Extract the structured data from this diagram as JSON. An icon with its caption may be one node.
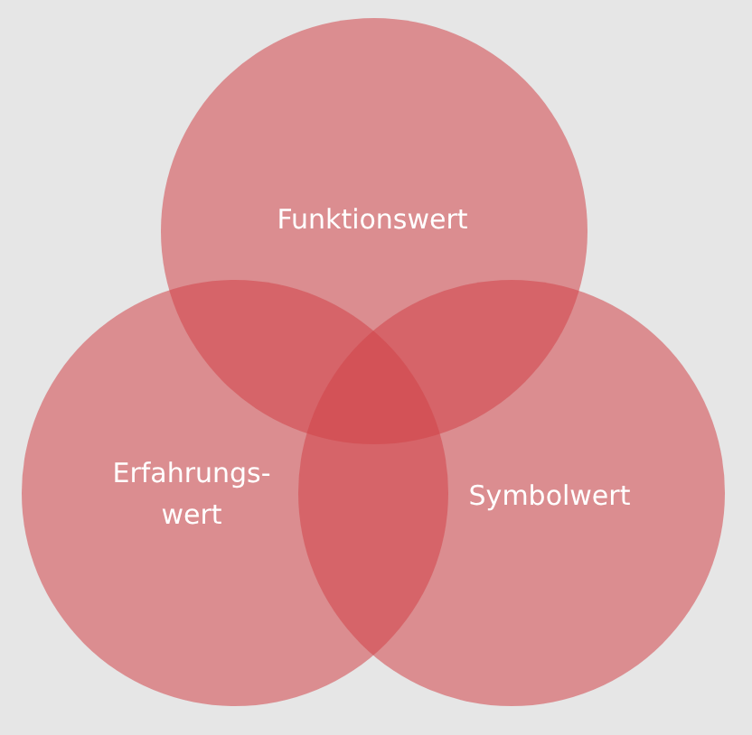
{
  "diagram": {
    "nodes": [
      {
        "text": [
          "Funktionswert"
        ]
      },
      {
        "text": [
          "Erfahrungs- wert"
        ]
      },
      {
        "text": [
          "Symbolwert"
        ]
      }
    ]
  }
}
